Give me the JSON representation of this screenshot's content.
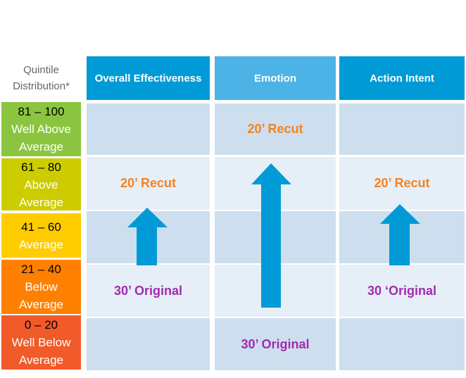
{
  "quintile_header": [
    "Quintile",
    "Distribution*"
  ],
  "bands": [
    {
      "range": "81 – 100",
      "label": [
        "Well Above",
        "Average"
      ],
      "color": "#8BC53F"
    },
    {
      "range": "61 – 80",
      "label": [
        "Above",
        "Average"
      ],
      "color": "#CCCC00"
    },
    {
      "range": "41 – 60",
      "label": [
        "Average"
      ],
      "color": "#FFCC00"
    },
    {
      "range": "21 – 40",
      "label": [
        "Below",
        "Average"
      ],
      "color": "#FF8000"
    },
    {
      "range": "0 – 20",
      "label": [
        "Well Below",
        "Average"
      ],
      "color": "#F15A29"
    }
  ],
  "columns": [
    {
      "title": "Overall Effectiveness",
      "color": "#009BD6",
      "recut": "20’ Recut",
      "original": "30’ Original"
    },
    {
      "title": "Emotion",
      "color": "#4DB3E6",
      "recut": "20’ Recut",
      "original": "30’ Original"
    },
    {
      "title": "Action Intent",
      "color": "#009BD6",
      "recut": "20’ Recut",
      "original": "30 ‘Original"
    }
  ],
  "colors": {
    "arrow": "#009BD6",
    "cell_dark": "#CDDFEF",
    "cell_light": "#E6EFF8",
    "recut": "#F58220",
    "original": "#A22BB0"
  }
}
